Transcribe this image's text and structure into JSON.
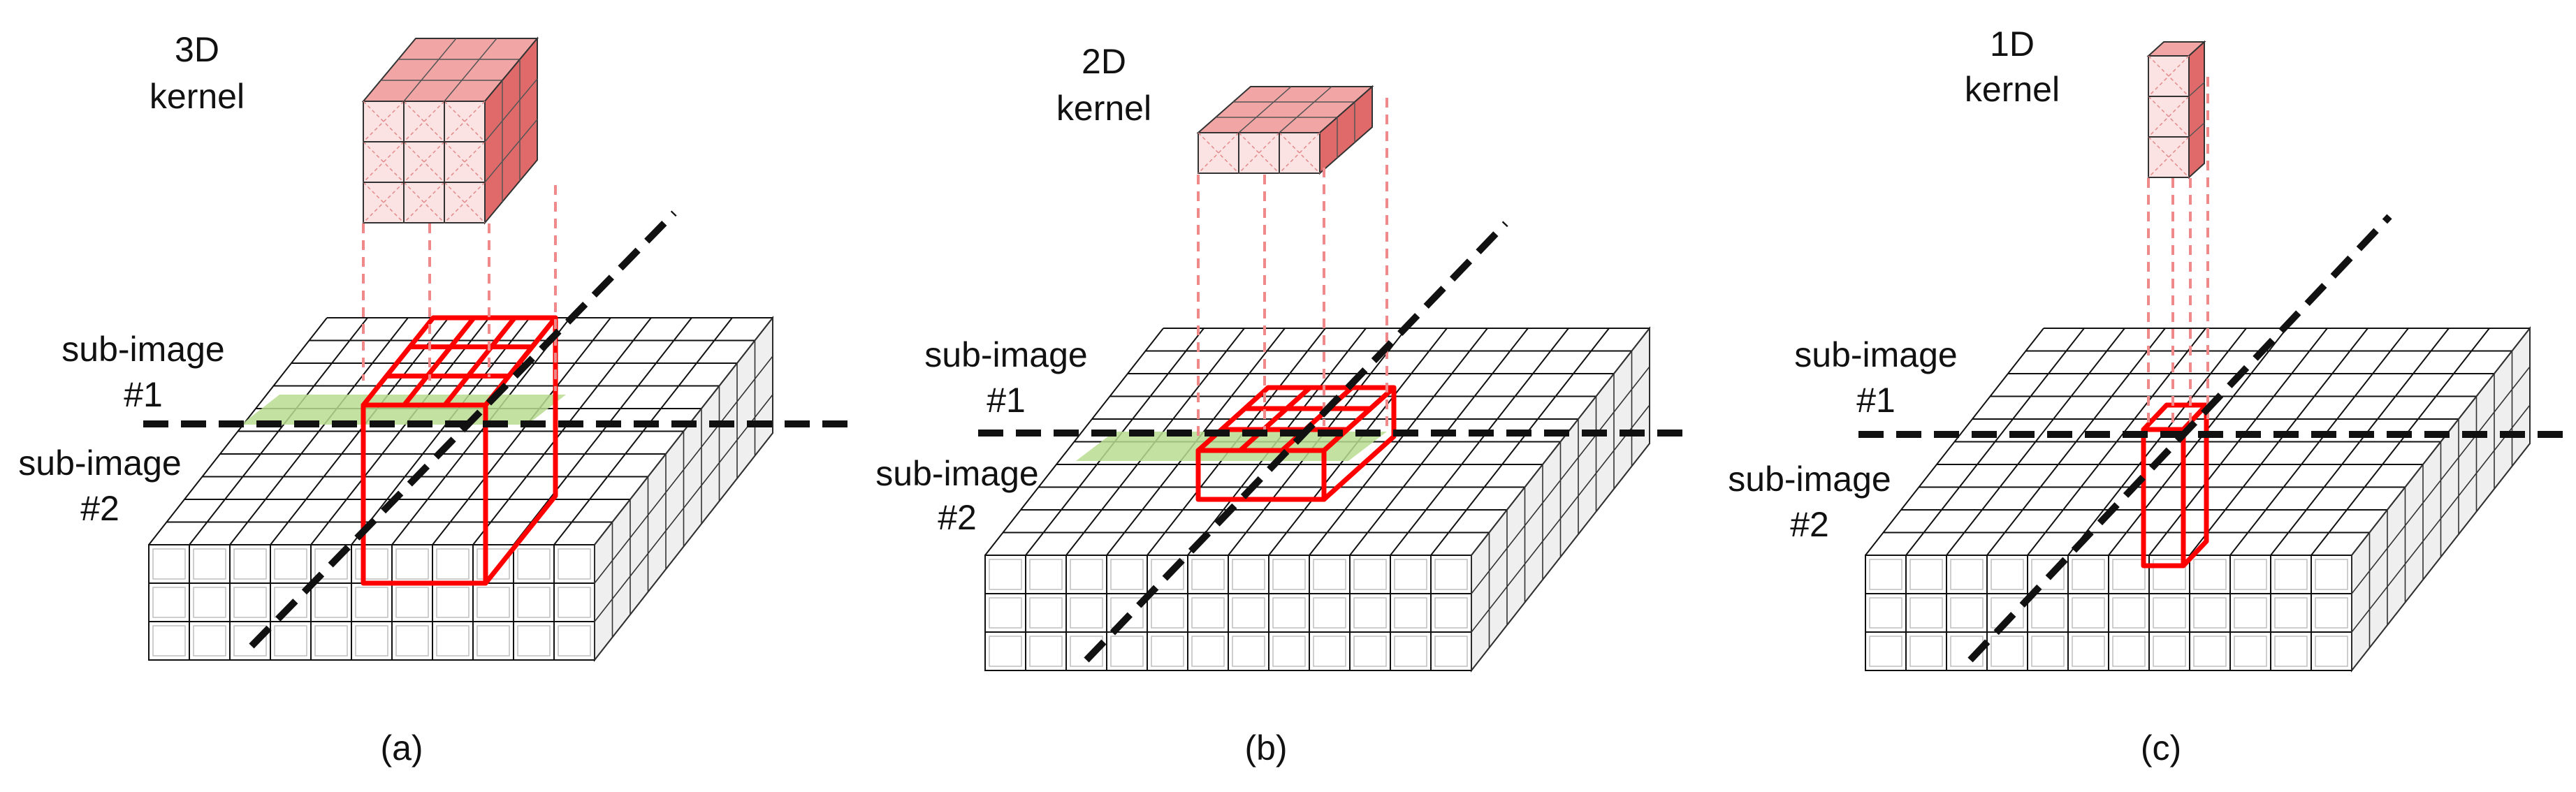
{
  "panels": [
    {
      "id": "a",
      "kernel_label_line1": "3D",
      "kernel_label_line2": "kernel",
      "sub_image_1_line1": "sub-image",
      "sub_image_1_line2": "#1",
      "sub_image_2_line1": "sub-image",
      "sub_image_2_line2": "#2",
      "caption": "(a)"
    },
    {
      "id": "b",
      "kernel_label_line1": "2D",
      "kernel_label_line2": "kernel",
      "sub_image_1_line1": "sub-image",
      "sub_image_1_line2": "#1",
      "sub_image_2_line1": "sub-image",
      "sub_image_2_line2": "#2",
      "caption": "(b)"
    },
    {
      "id": "c",
      "kernel_label_line1": "1D",
      "kernel_label_line2": "kernel",
      "sub_image_1_line1": "sub-image",
      "sub_image_1_line2": "#1",
      "sub_image_2_line1": "sub-image",
      "sub_image_2_line2": "#2",
      "caption": "(c)"
    }
  ],
  "colors": {
    "kernel_fill": "#f2a5a5",
    "kernel_fill_dark": "#e06a6a",
    "selection_box": "#ff0000",
    "overlap_region": "#b9dc8f",
    "grid_face": "#ffffff",
    "grid_side": "#efefef",
    "axis_line": "#111111",
    "projection_line": "#f08a8a"
  }
}
